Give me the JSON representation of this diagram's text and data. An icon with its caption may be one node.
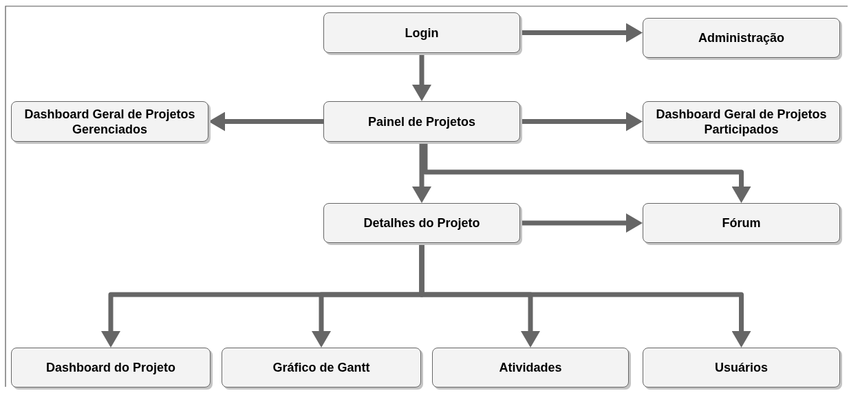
{
  "diagram": {
    "nodes": [
      {
        "text": [
          "Login"
        ]
      },
      {
        "text": [
          "Administração"
        ]
      },
      {
        "text": [
          "Painel de Projetos"
        ]
      },
      {
        "text": [
          "Dashboard Geral de Projetos Gerenciados"
        ]
      },
      {
        "text": [
          "Dashboard Geral de Projetos Participados"
        ]
      },
      {
        "text": [
          "Detalhes do Projeto"
        ]
      },
      {
        "text": [
          "Fórum"
        ]
      },
      {
        "text": [
          "Dashboard do Projeto"
        ]
      },
      {
        "text": [
          "Gráfico de Gantt"
        ]
      },
      {
        "text": [
          "Atividades"
        ]
      },
      {
        "text": [
          "Usuários"
        ]
      }
    ],
    "edges": [
      {
        "from": 0,
        "to": 1,
        "arrow": "to"
      },
      {
        "from": 0,
        "to": 2,
        "arrow": "to"
      },
      {
        "from": 2,
        "to": 3,
        "arrow": "to"
      },
      {
        "from": 2,
        "to": 4,
        "arrow": "to"
      },
      {
        "from": 2,
        "to": 5,
        "arrow": "to"
      },
      {
        "from": 2,
        "to": 6,
        "arrow": "to"
      },
      {
        "from": 5,
        "to": 6,
        "arrow": "to"
      },
      {
        "from": 5,
        "to": 7,
        "arrow": "to"
      },
      {
        "from": 5,
        "to": 8,
        "arrow": "to"
      },
      {
        "from": 5,
        "to": 9,
        "arrow": "to"
      },
      {
        "from": 5,
        "to": 10,
        "arrow": "to"
      }
    ]
  }
}
